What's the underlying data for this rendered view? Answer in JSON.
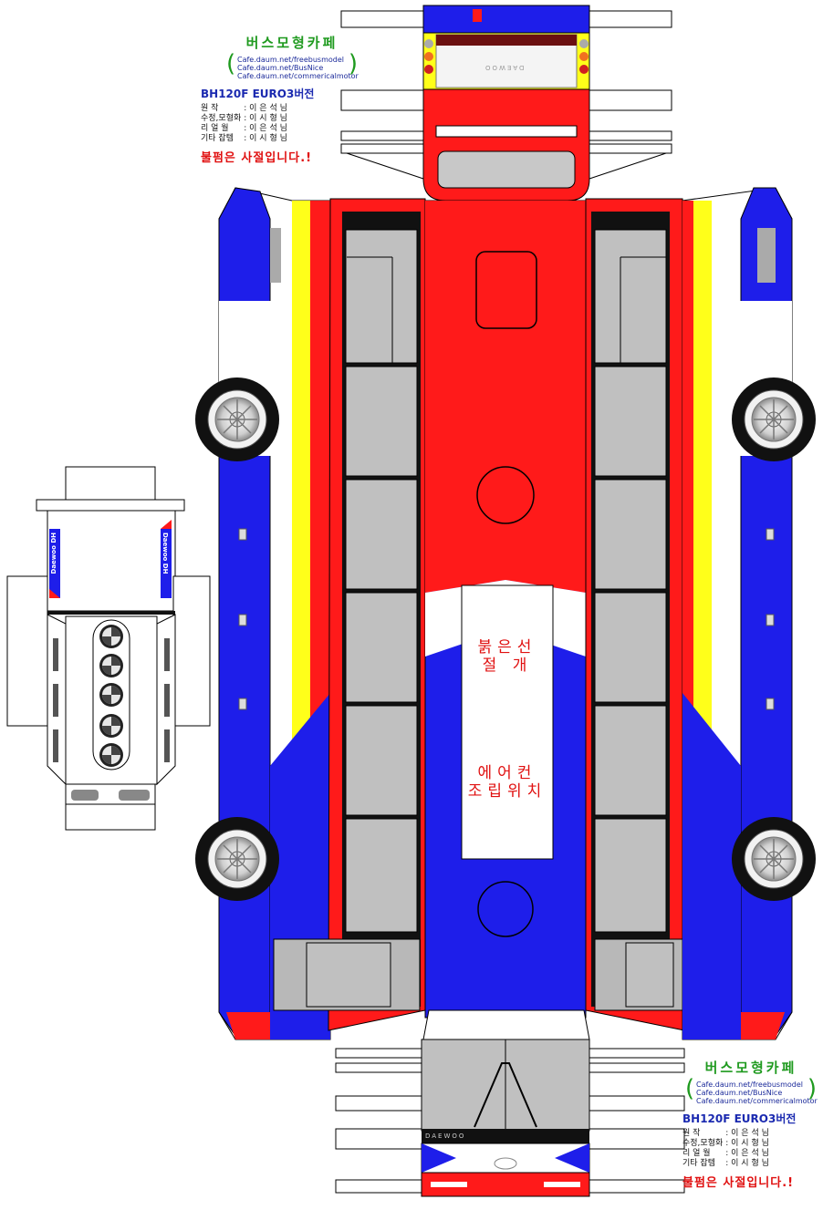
{
  "credits": {
    "cafe_name": "버스모형카페",
    "urls": [
      "Cafe.daum.net/freebusmodel",
      "Cafe.daum.net/BusNice",
      "Cafe.daum.net/commericalmotor"
    ],
    "version": "BH120F  EURO3버전",
    "rows": [
      {
        "role": "원      작",
        "name": ": 이 은 석 님"
      },
      {
        "role": "수정,모형화",
        "name": ": 이 시 형 님"
      },
      {
        "role": "리 얼 월",
        "name": ": 이 은 석 님"
      },
      {
        "role": "기타 잡템",
        "name": ": 이 시 형 님"
      }
    ],
    "warning": "불펌은 사절입니다.!"
  },
  "roof": {
    "note_fold": "붉은선\n절 개",
    "note_aircon": "에어컨\n조립위치"
  },
  "brand": {
    "strip_text": "Daewoo DH",
    "grille_logo": "DAEWOO"
  },
  "colors": {
    "red": "#ff1a1a",
    "blue": "#1e1eea",
    "yellow": "#ffff1a",
    "window_gray": "#c0c0c0",
    "credit_green": "#1f9a1f"
  }
}
